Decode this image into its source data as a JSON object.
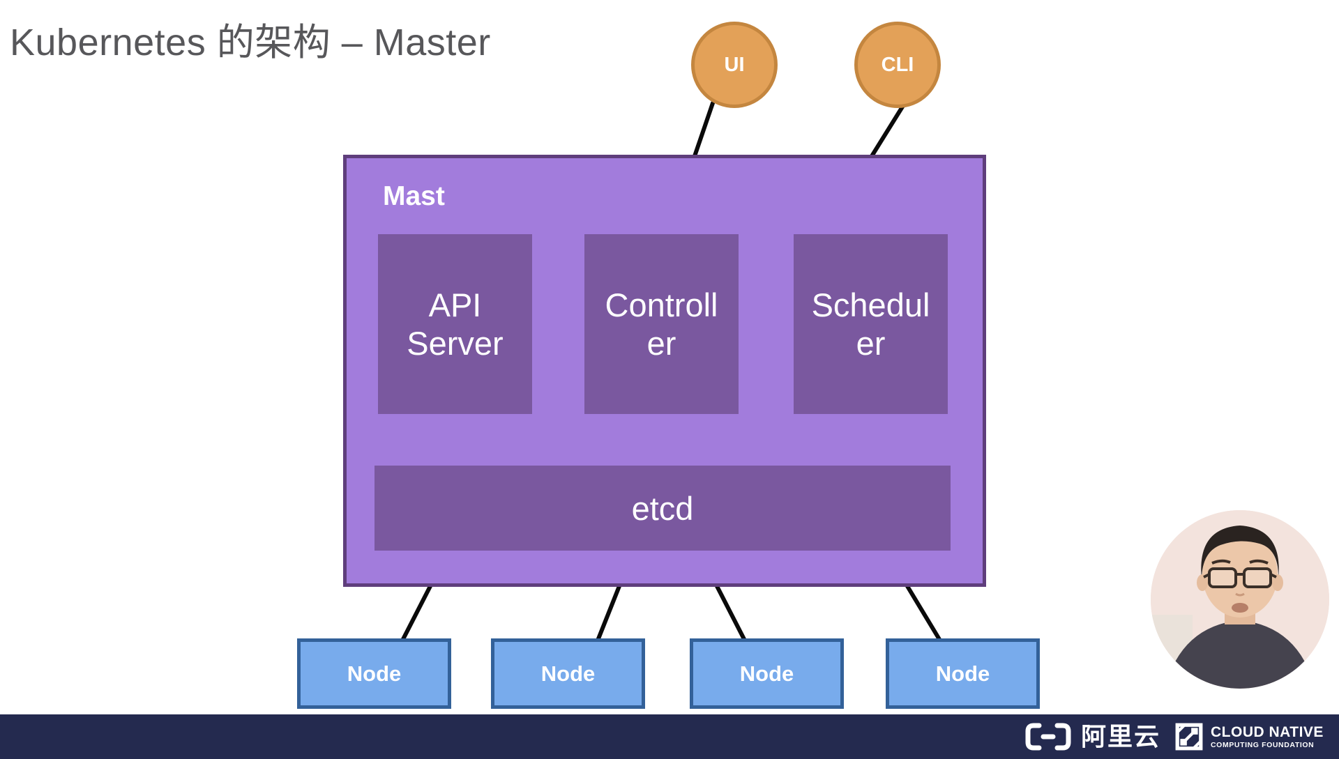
{
  "slide": {
    "title": "Kubernetes 的架构 – Master"
  },
  "diagram": {
    "clients": [
      {
        "label": "UI"
      },
      {
        "label": "CLI"
      }
    ],
    "master": {
      "label": "Mast",
      "components": [
        {
          "label": "API Server",
          "lines": [
            "API",
            "Server"
          ]
        },
        {
          "label": "Controller",
          "lines": [
            "Controll",
            "er"
          ]
        },
        {
          "label": "Scheduler",
          "lines": [
            "Schedul",
            "er"
          ]
        }
      ],
      "store": {
        "label": "etcd"
      }
    },
    "nodes": [
      {
        "label": "Node"
      },
      {
        "label": "Node"
      },
      {
        "label": "Node"
      },
      {
        "label": "Node"
      }
    ],
    "colors": {
      "client_fill": "#e3a158",
      "client_border": "#c4863f",
      "master_fill": "#a27cdc",
      "master_border": "#5f3e7c",
      "component_fill": "#7a589f",
      "node_fill": "#78abec",
      "node_border": "#336199",
      "connector": "#0a0a0a",
      "title_text": "#57575a",
      "footer_background": "#242a4f"
    }
  },
  "footer": {
    "alibaba_logo_text": "阿里云",
    "cncf_line1": "CLOUD NATIVE",
    "cncf_line2": "COMPUTING FOUNDATION"
  }
}
